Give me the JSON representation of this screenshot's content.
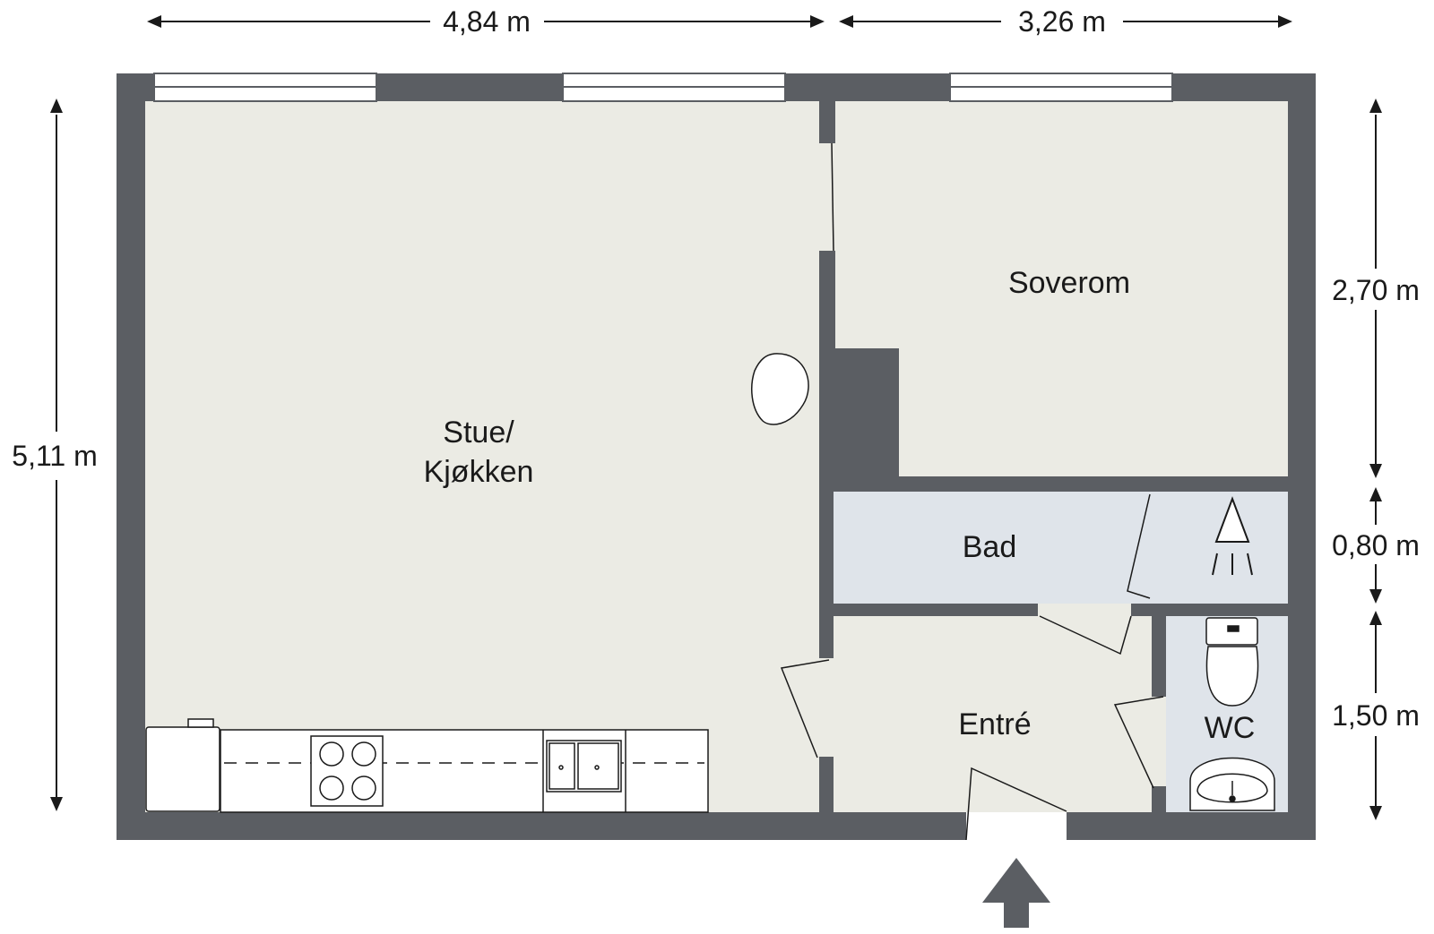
{
  "floorplan": {
    "rooms": [
      {
        "id": "stue",
        "lines": [
          "Stue/",
          "Kjøkken"
        ]
      },
      {
        "id": "soverom",
        "lines": [
          "Soverom"
        ]
      },
      {
        "id": "bad",
        "lines": [
          "Bad"
        ]
      },
      {
        "id": "entre",
        "lines": [
          "Entré"
        ]
      },
      {
        "id": "wc",
        "lines": [
          "WC"
        ]
      }
    ],
    "dimensions": {
      "top_left": "4,84 m",
      "top_right": "3,26 m",
      "left": "5,11 m",
      "right_1": "2,70 m",
      "right_2": "0,80 m",
      "right_3": "1,50 m"
    },
    "colors": {
      "wall": "#5b5e63",
      "floor": "#ebebe4",
      "wet_room": "#dfe4ea",
      "line": "#1a1a1a"
    },
    "icons": [
      "entrance-arrow-icon",
      "stove-icon",
      "sink-icon",
      "shower-icon",
      "toilet-icon",
      "washbasin-icon",
      "round-table-icon"
    ]
  }
}
